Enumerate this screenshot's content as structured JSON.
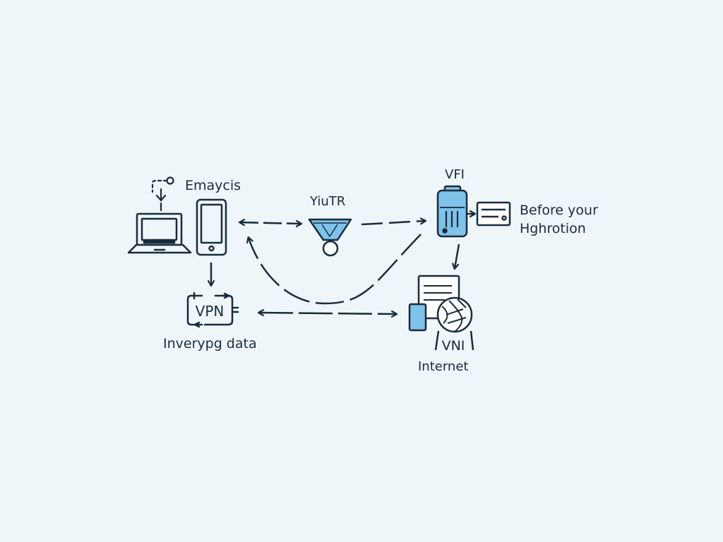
{
  "labels": {
    "emaycis": "Emaycis",
    "yiutr": "YiuTR",
    "vfi": "VFI",
    "before_line1": "Before your",
    "before_line2": "Hghrotion",
    "vpn_box": "VPN",
    "inverypg": "Inverypg data",
    "vnl": "VNI",
    "internet": "Internet"
  },
  "colors": {
    "background": "#eef6f9",
    "stroke": "#1a2b3c",
    "accent": "#7fc2ea",
    "accent_light": "#bfe0f3"
  },
  "icons": [
    "laptop-icon",
    "smartphone-icon",
    "touch-hint-icon",
    "funnel-filter-icon",
    "server-icon",
    "router-card-icon",
    "vpn-cycle-icon",
    "document-icon",
    "globe-icon"
  ]
}
